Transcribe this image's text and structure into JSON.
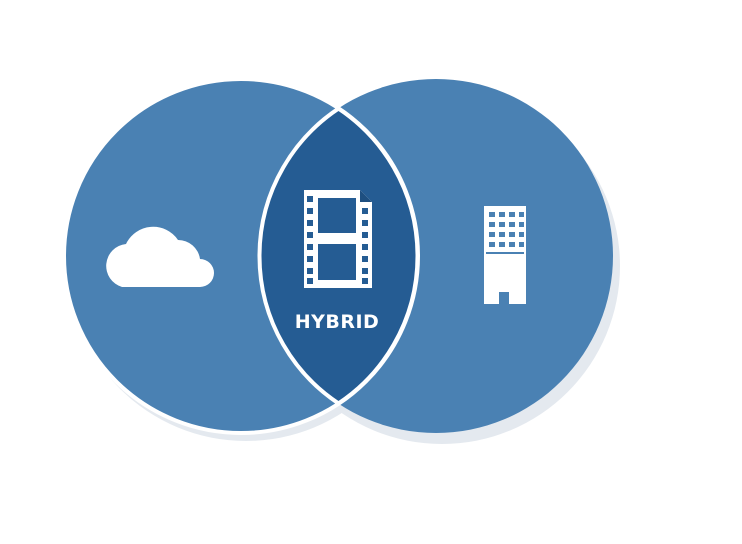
{
  "diagram": {
    "type": "venn",
    "sets": [
      {
        "id": "cloud",
        "icon": "cloud-icon"
      },
      {
        "id": "on-premise",
        "icon": "building-icon"
      }
    ],
    "intersection": {
      "label": "HYBRID",
      "icon": "film-document-icon"
    }
  },
  "colors": {
    "background": "#ffffff",
    "circle_fill": "#4a81b3",
    "intersection_fill": "#255c93",
    "outline": "#ffffff",
    "shadow": "#e4e9ef",
    "icon": "#ffffff"
  }
}
